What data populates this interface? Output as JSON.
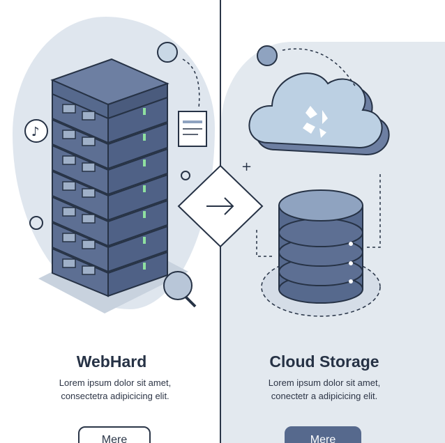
{
  "left_card": {
    "title": "WebHard",
    "description_line1": "Lorem ipsum dolor sit amet,",
    "description_line2": "consectetra adipicicing elit.",
    "button_label": "Mere"
  },
  "right_card": {
    "title": "Cloud Storage",
    "description_line1": "Lorem ipsum dolor sit amet,",
    "description_line2": "conectetr a adipicicing elit.",
    "button_label": "Mere"
  },
  "center": {
    "arrow_icon": "arrow-right-icon"
  },
  "colors": {
    "ink": "#263245",
    "accent": "#56698d",
    "panel": "#dfe6ee",
    "server": "#5d6f93"
  }
}
